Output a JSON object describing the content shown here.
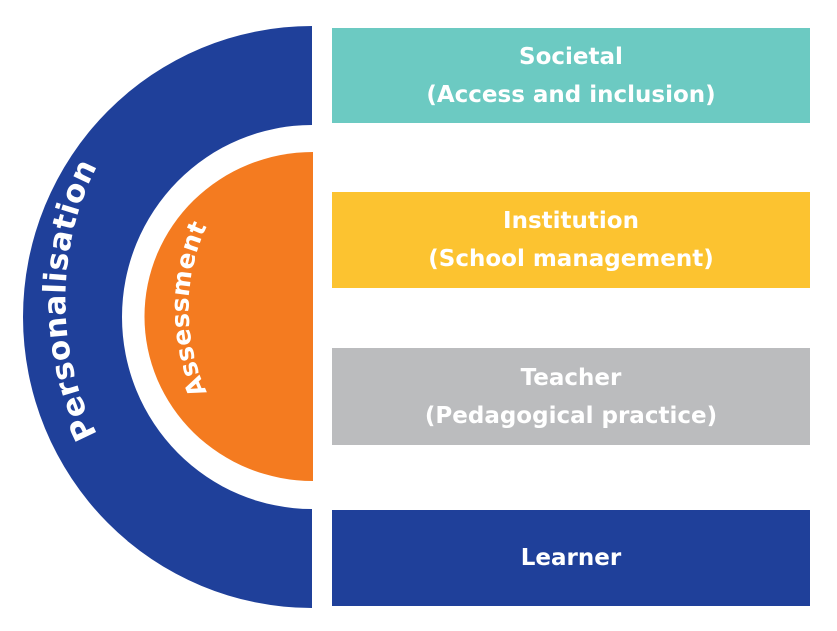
{
  "diagram": {
    "outer_ring": {
      "label": "Personalisation",
      "color": "#1f409a"
    },
    "inner_disc": {
      "label": "Assessment",
      "color": "#f47b20"
    },
    "levels": [
      {
        "title": "Societal",
        "subtitle": "(Access and inclusion)",
        "color": "#6ccac2"
      },
      {
        "title": "Institution",
        "subtitle": "(School management)",
        "color": "#fcc330"
      },
      {
        "title": "Teacher",
        "subtitle": "(Pedagogical practice)",
        "color": "#bbbcbe"
      },
      {
        "title": "Learner",
        "color": "#1f409a"
      }
    ]
  }
}
